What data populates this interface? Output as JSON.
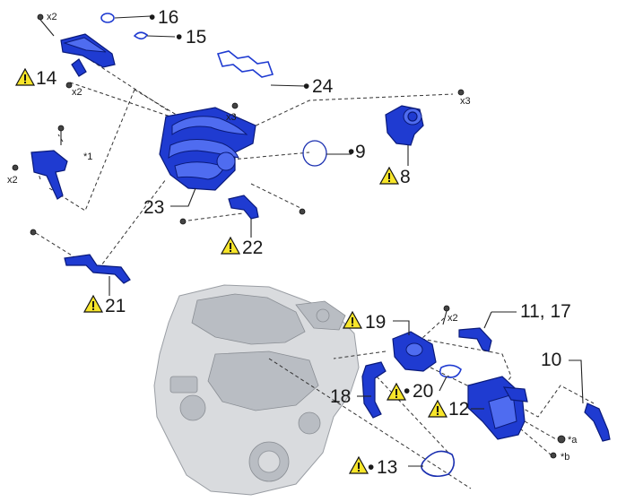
{
  "callouts": {
    "c16": "16",
    "c15": "15",
    "c24": "24",
    "c14": "14",
    "c9": "9",
    "c8": "8",
    "c23": "23",
    "c22": "22",
    "c21": "21",
    "c19": "19",
    "c11_17": "11, 17",
    "c10": "10",
    "c18": "18",
    "c20": "20",
    "c12": "12",
    "c13": "13"
  },
  "quantities": {
    "q14_top": "x2",
    "q14_bottom": "x2",
    "q23": "x3",
    "q8": "x3",
    "q1": "x2",
    "q19": "x2"
  },
  "references": {
    "star1": "*1",
    "star_a": "*a",
    "star_b": "*b"
  },
  "markers": {
    "dot": "•"
  },
  "colors": {
    "part_blue": "#1f3bd1",
    "warning_yellow": "#f7e52a",
    "engine_grey": "#d9dbde"
  }
}
